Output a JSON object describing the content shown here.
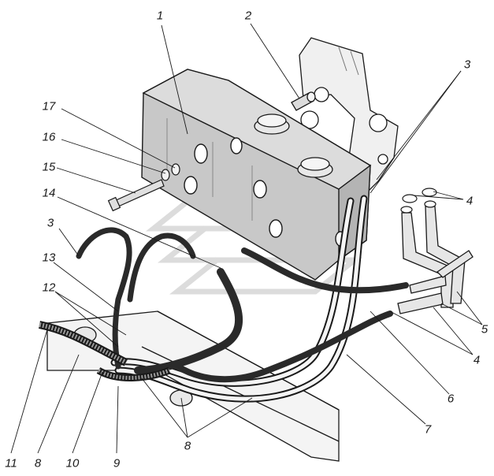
{
  "diagram": {
    "kind": "exploded-assembly",
    "callouts": [
      {
        "id": "c1",
        "text": "1"
      },
      {
        "id": "c2",
        "text": "2"
      },
      {
        "id": "c3a",
        "text": "3"
      },
      {
        "id": "c3b",
        "text": "3"
      },
      {
        "id": "c4a",
        "text": "4"
      },
      {
        "id": "c4b",
        "text": "4"
      },
      {
        "id": "c5",
        "text": "5"
      },
      {
        "id": "c6",
        "text": "6"
      },
      {
        "id": "c7",
        "text": "7"
      },
      {
        "id": "c8a",
        "text": "8"
      },
      {
        "id": "c8b",
        "text": "8"
      },
      {
        "id": "c9",
        "text": "9"
      },
      {
        "id": "c10",
        "text": "10"
      },
      {
        "id": "c11",
        "text": "11"
      },
      {
        "id": "c12",
        "text": "12"
      },
      {
        "id": "c13",
        "text": "13"
      },
      {
        "id": "c14",
        "text": "14"
      },
      {
        "id": "c15",
        "text": "15"
      },
      {
        "id": "c16",
        "text": "16"
      },
      {
        "id": "c17",
        "text": "17"
      }
    ],
    "colors": {
      "line": "#1a1a1a",
      "tank": "#c9c9c9",
      "hose": "#2a2a2a",
      "watermark": "#d9d9d9"
    }
  }
}
